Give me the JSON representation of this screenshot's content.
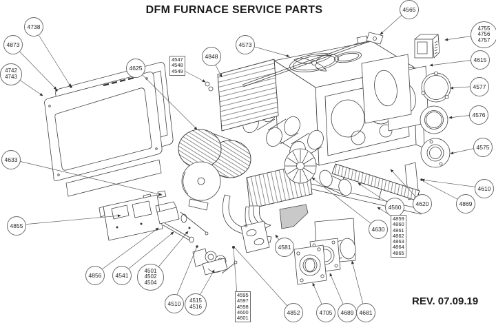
{
  "title": "DFM FURNACE SERVICE PARTS",
  "revision": "REV. 07.09.19",
  "colors": {
    "ink": "#2f2f2f",
    "leader_line": "#5a5a5a",
    "background": "#ffffff",
    "shaded_part": "#c9c9c9"
  },
  "callouts": {
    "c4738": {
      "lines": [
        "4738"
      ]
    },
    "c4873": {
      "lines": [
        "4873"
      ]
    },
    "c4742": {
      "lines": [
        "4742",
        "4743"
      ]
    },
    "c4633": {
      "lines": [
        "4633"
      ]
    },
    "c4855": {
      "lines": [
        "4855"
      ]
    },
    "c4625": {
      "lines": [
        "4625"
      ]
    },
    "b4547": {
      "lines": [
        "4547",
        "4548",
        "4549"
      ]
    },
    "c4848": {
      "lines": [
        "4848"
      ]
    },
    "c4573": {
      "lines": [
        "4573"
      ]
    },
    "c4565": {
      "lines": [
        "4565"
      ]
    },
    "c4755": {
      "lines": [
        "4755",
        "4756",
        "4757"
      ]
    },
    "c4615": {
      "lines": [
        "4615"
      ]
    },
    "c4577": {
      "lines": [
        "4577"
      ]
    },
    "c4576": {
      "lines": [
        "4576"
      ]
    },
    "c4575": {
      "lines": [
        "4575"
      ]
    },
    "c4610": {
      "lines": [
        "4610"
      ]
    },
    "c4869": {
      "lines": [
        "4869"
      ]
    },
    "c4620": {
      "lines": [
        "4620"
      ]
    },
    "c4560": {
      "lines": [
        "4560"
      ]
    },
    "c4630": {
      "lines": [
        "4630"
      ]
    },
    "b4859": {
      "lines": [
        "4859",
        "4860",
        "4861",
        "4862",
        "4863",
        "4864",
        "4865"
      ]
    },
    "c4581": {
      "lines": [
        "4581"
      ]
    },
    "c4856": {
      "lines": [
        "4856"
      ]
    },
    "c4541": {
      "lines": [
        "4541"
      ]
    },
    "c4501": {
      "lines": [
        "4501",
        "4502",
        "4504"
      ]
    },
    "c4510": {
      "lines": [
        "4510"
      ]
    },
    "c4515": {
      "lines": [
        "4515",
        "4516"
      ]
    },
    "b4595": {
      "lines": [
        "4595",
        "4597",
        "4598",
        "4600",
        "4601"
      ]
    },
    "c4852": {
      "lines": [
        "4852"
      ]
    },
    "c4705": {
      "lines": [
        "4705"
      ]
    },
    "c4689": {
      "lines": [
        "4689"
      ]
    },
    "c4681": {
      "lines": [
        "4681"
      ]
    }
  }
}
